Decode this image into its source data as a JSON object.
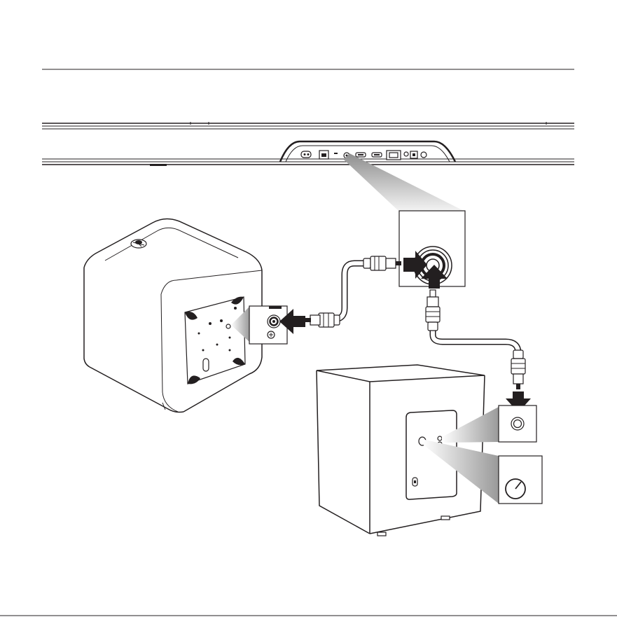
{
  "figure": {
    "kind": "subwoofer-connection-diagram",
    "line_color": "#231f20",
    "zoom_gradient_dark": "#9a9a9a",
    "zoom_gradient_light": "#ffffff",
    "arrow_color": "#231f20",
    "parts": [
      "soundbar",
      "soundbar-rear-panel",
      "subwoofer-out-zoom",
      "wireless-subwoofer-cube",
      "cube-input-zoom",
      "wired-subwoofer-box",
      "box-line-in-zoom",
      "box-level-knob-zoom",
      "rca-cable-to-cube",
      "rca-cable-to-box"
    ],
    "icons": [
      "arrow-right-icon",
      "arrow-left-icon",
      "arrow-up-icon",
      "arrow-down-icon",
      "rca-plug-icon",
      "rca-jack-icon",
      "level-knob-icon"
    ]
  }
}
